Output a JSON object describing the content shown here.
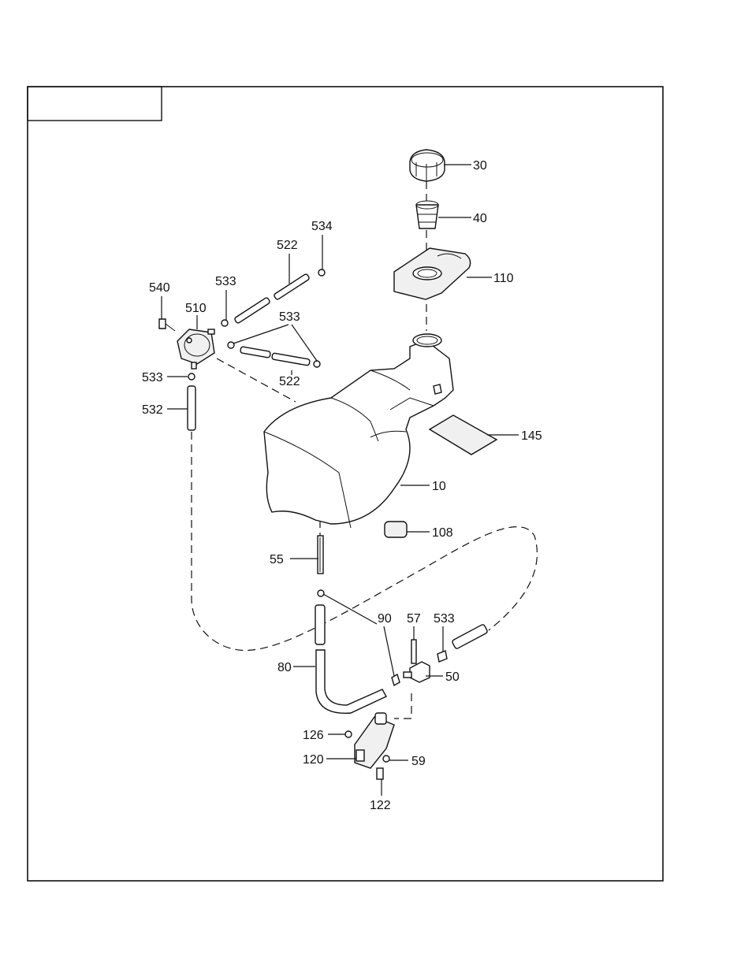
{
  "diagram": {
    "title_box": "",
    "callouts": {
      "fuel_cap": "30",
      "filter": "40",
      "filler_neck": "110",
      "pad": "145",
      "tank": "10",
      "grommet": "108",
      "strainer": "55",
      "clip_90": "90",
      "hose_80": "80",
      "screw_57": "57",
      "clip_533_valve": "533",
      "valve": "50",
      "screw_126": "126",
      "bracket": "120",
      "nut": "59",
      "bolt": "122",
      "bolt_540": "540",
      "pump": "510",
      "clip_533_top": "533",
      "clip_533_right": "533",
      "clip_533_left": "533",
      "hose_532": "532",
      "hose_522_top": "522",
      "hose_522_bottom": "522",
      "clip_534": "534"
    }
  }
}
